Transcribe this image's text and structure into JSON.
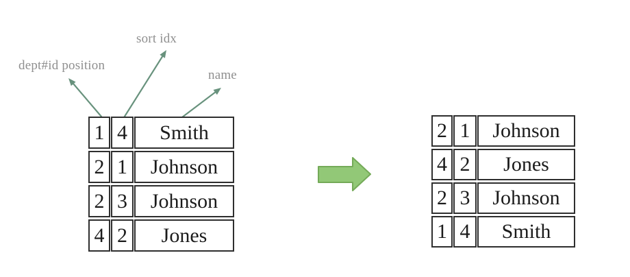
{
  "figure": {
    "annotations": {
      "dept_label": "dept#id position",
      "sort_label": "sort idx",
      "name_label": "name"
    },
    "source_table": {
      "rows": [
        [
          "1",
          "4",
          "Smith"
        ],
        [
          "2",
          "1",
          "Johnson"
        ],
        [
          "2",
          "3",
          "Johnson"
        ],
        [
          "4",
          "2",
          "Jones"
        ]
      ]
    },
    "result_table": {
      "rows": [
        [
          "2",
          "1",
          "Johnson"
        ],
        [
          "4",
          "2",
          "Jones"
        ],
        [
          "2",
          "3",
          "Johnson"
        ],
        [
          "1",
          "4",
          "Smith"
        ]
      ]
    },
    "colors": {
      "block_arrow_fill": "#92c877",
      "block_arrow_stroke": "#74aa58",
      "pointer_arrow": "#68927d",
      "label_text": "#8f8f8f",
      "table_border": "#2e2e2e",
      "table_text": "#1b1b1b"
    }
  }
}
